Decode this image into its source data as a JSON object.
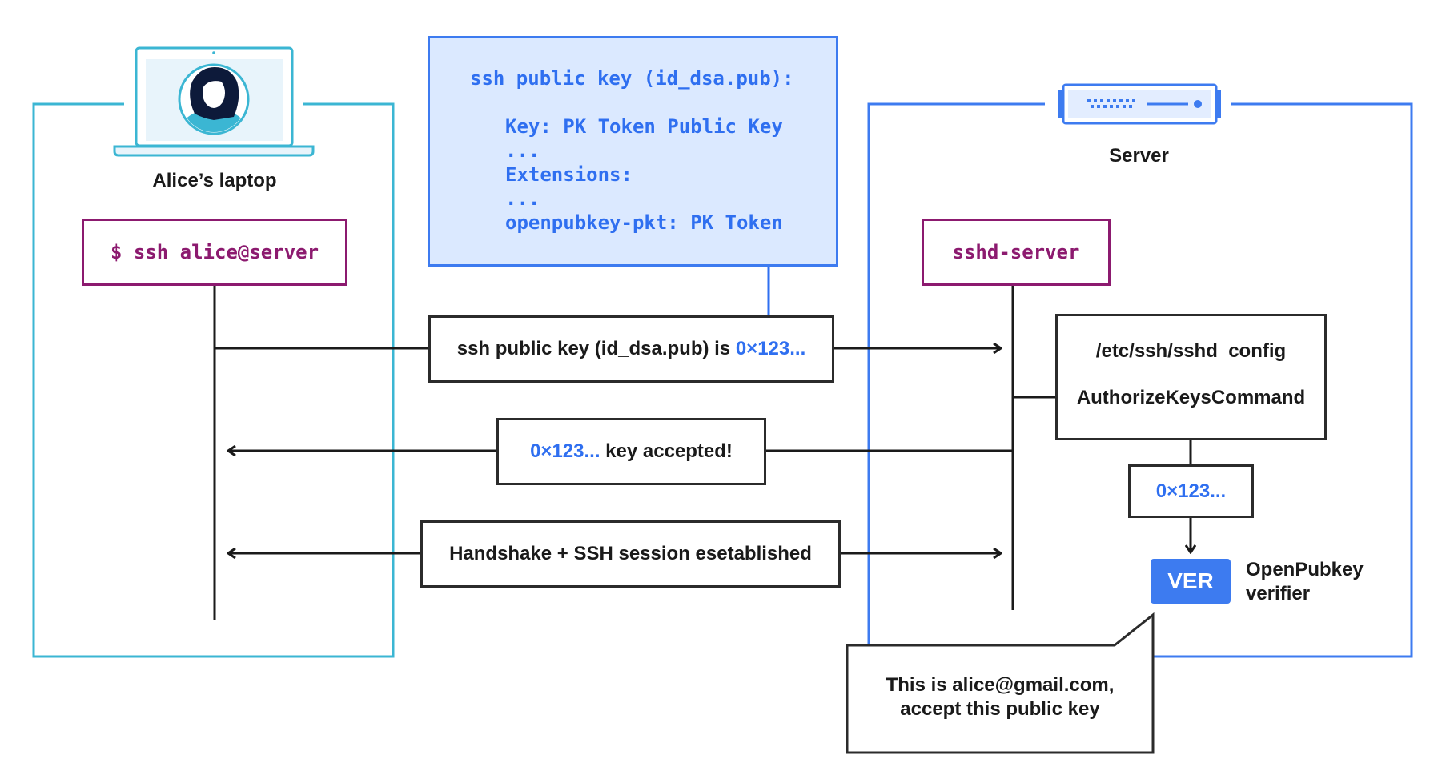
{
  "colors": {
    "laptop_frame": "#3bb6d3",
    "server_frame": "#3d7bf0",
    "command_border": "#8c1a6f",
    "command_text": "#8c1a6f",
    "accent_blue": "#2f6ff0",
    "code_bg": "#dbe9ff",
    "ver_bg": "#3d7bf0",
    "line": "#1a1a1a"
  },
  "laptop": {
    "label": "Alice’s laptop",
    "command": "$ ssh alice@server"
  },
  "server": {
    "label": "Server",
    "daemon": "sshd-server"
  },
  "key_card": {
    "title": "ssh public key (id_dsa.pub):",
    "lines": [
      "Key: PK Token Public Key",
      "...",
      "Extensions:",
      "...",
      "openpubkey-pkt: PK Token"
    ]
  },
  "messages": {
    "send_key_prefix": "ssh public key (id_dsa.pub) is ",
    "send_key_value": "0×123...",
    "accepted_value": "0×123...",
    "accepted_suffix": " key accepted!",
    "handshake": "Handshake + SSH session esetablished"
  },
  "config_box": {
    "path": "/etc/ssh/sshd_config",
    "command": "AuthorizeKeysCommand"
  },
  "key_value_box": "0×123...",
  "verifier": {
    "badge": "VER",
    "label_line1": "OpenPubkey",
    "label_line2": "verifier"
  },
  "speech": {
    "line1": "This is alice@gmail.com,",
    "line2": "accept this public key"
  }
}
